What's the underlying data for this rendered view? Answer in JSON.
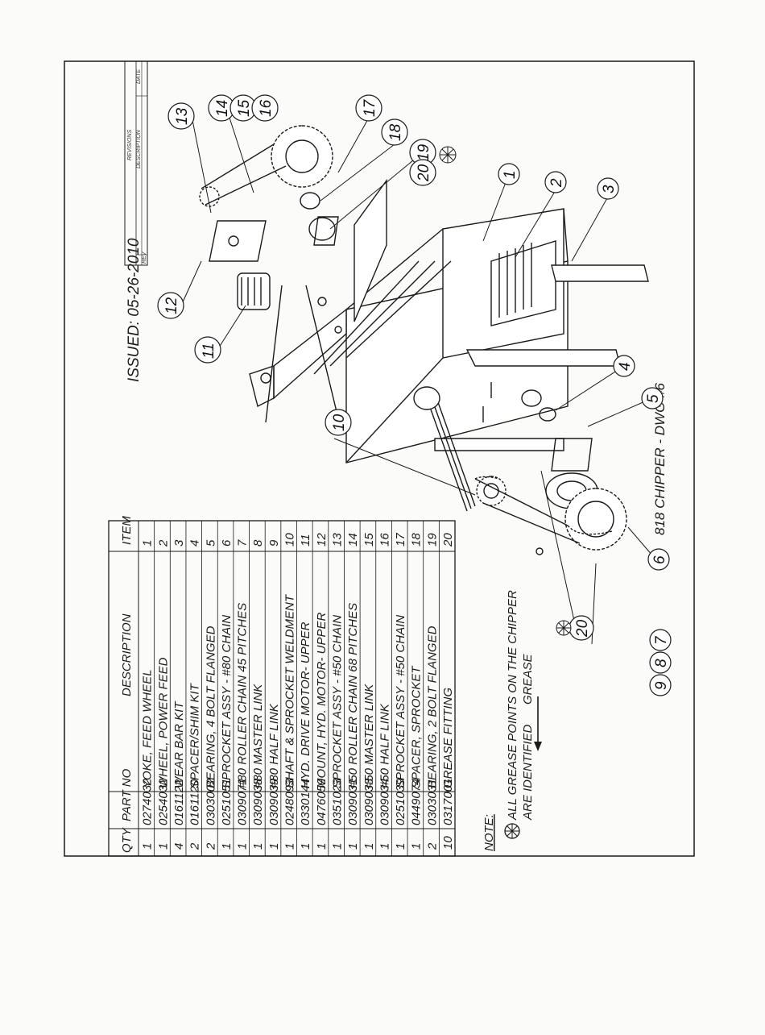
{
  "issued": "ISSUED: 05-26-2010",
  "drawing_title": "818 CHIPPER - DWG #6",
  "revisions": {
    "title": "REVISIONS",
    "rev": "REV",
    "description": "DESCRIPTION",
    "date": "DATE"
  },
  "parts_table": {
    "headers": {
      "item": "ITEM",
      "description": "DESCRIPTION",
      "part_no": "PART NO",
      "qty": "QTY"
    },
    "rows": [
      {
        "item": "1",
        "description": "YOKE, FEED WHEEL",
        "part_no": "0274032",
        "qty": "1"
      },
      {
        "item": "2",
        "description": "WHEEL, POWER FEED",
        "part_no": "0254032",
        "qty": "1"
      },
      {
        "item": "3",
        "description": "WEAR BAR KIT",
        "part_no": "0161122",
        "qty": "4"
      },
      {
        "item": "4",
        "description": "SPACER/SHIM KIT",
        "part_no": "0161120",
        "qty": "2"
      },
      {
        "item": "5",
        "description": "BEARING, 4 BOLT FLANGED",
        "part_no": "0303002",
        "qty": "2"
      },
      {
        "item": "6",
        "description": "SPROCKET ASSY - #80 CHAIN",
        "part_no": "0251051",
        "qty": "1"
      },
      {
        "item": "7",
        "description": "#80 ROLLER CHAIN 45 PITCHES",
        "part_no": "0309071",
        "qty": "1"
      },
      {
        "item": "8",
        "description": "#80 MASTER LINK",
        "part_no": "0309038",
        "qty": "1"
      },
      {
        "item": "9",
        "description": "#80 HALF LINK",
        "part_no": "0309039",
        "qty": "1"
      },
      {
        "item": "10",
        "description": "SHAFT & SPROCKET WELDMENT",
        "part_no": "0248093",
        "qty": "1"
      },
      {
        "item": "11",
        "description": "HYD. DRIVE MOTOR- UPPER",
        "part_no": "0330144",
        "qty": "1"
      },
      {
        "item": "12",
        "description": "MOUNT, HYD. MOTOR- UPPER",
        "part_no": "0476059",
        "qty": "1"
      },
      {
        "item": "13",
        "description": "SPROCKET ASSY - #50 CHAIN",
        "part_no": "0351023",
        "qty": "1"
      },
      {
        "item": "14",
        "description": "#50 ROLLER CHAIN 68 PITCHES",
        "part_no": "0309031",
        "qty": "1"
      },
      {
        "item": "15",
        "description": "#50 MASTER LINK",
        "part_no": "0309033",
        "qty": "1"
      },
      {
        "item": "16",
        "description": "#50 HALF LINK",
        "part_no": "0309034",
        "qty": "1"
      },
      {
        "item": "17",
        "description": "SPROCKET ASSY - #50 CHAIN",
        "part_no": "0251039",
        "qty": "1"
      },
      {
        "item": "18",
        "description": "SPACER, SPROCKET",
        "part_no": "0449074",
        "qty": "1"
      },
      {
        "item": "19",
        "description": "BEARING, 2 BOLT FLANGED",
        "part_no": "0303031",
        "qty": "2"
      },
      {
        "item": "20",
        "description": "GREASE FITTING",
        "part_no": "0317001",
        "qty": "10"
      }
    ]
  },
  "note": {
    "title": "NOTE:",
    "line1": "ALL GREASE POINTS ON THE CHIPPER",
    "line2": "ARE IDENTIFIED",
    "grease": "GREASE"
  },
  "balloons": {
    "b1": "1",
    "b2": "2",
    "b3": "3",
    "b4": "4",
    "b5": "5",
    "b6": "6",
    "b7": "7",
    "b8": "8",
    "b9": "9",
    "b10": "10",
    "b11": "11",
    "b12": "12",
    "b13": "13",
    "b14": "14",
    "b15": "15",
    "b16": "16",
    "b17": "17",
    "b18": "18",
    "b19": "19",
    "b20a": "20",
    "b20b": "20"
  },
  "colors": {
    "ink": "#1b1b1b",
    "paper": "#fbfbf9"
  }
}
